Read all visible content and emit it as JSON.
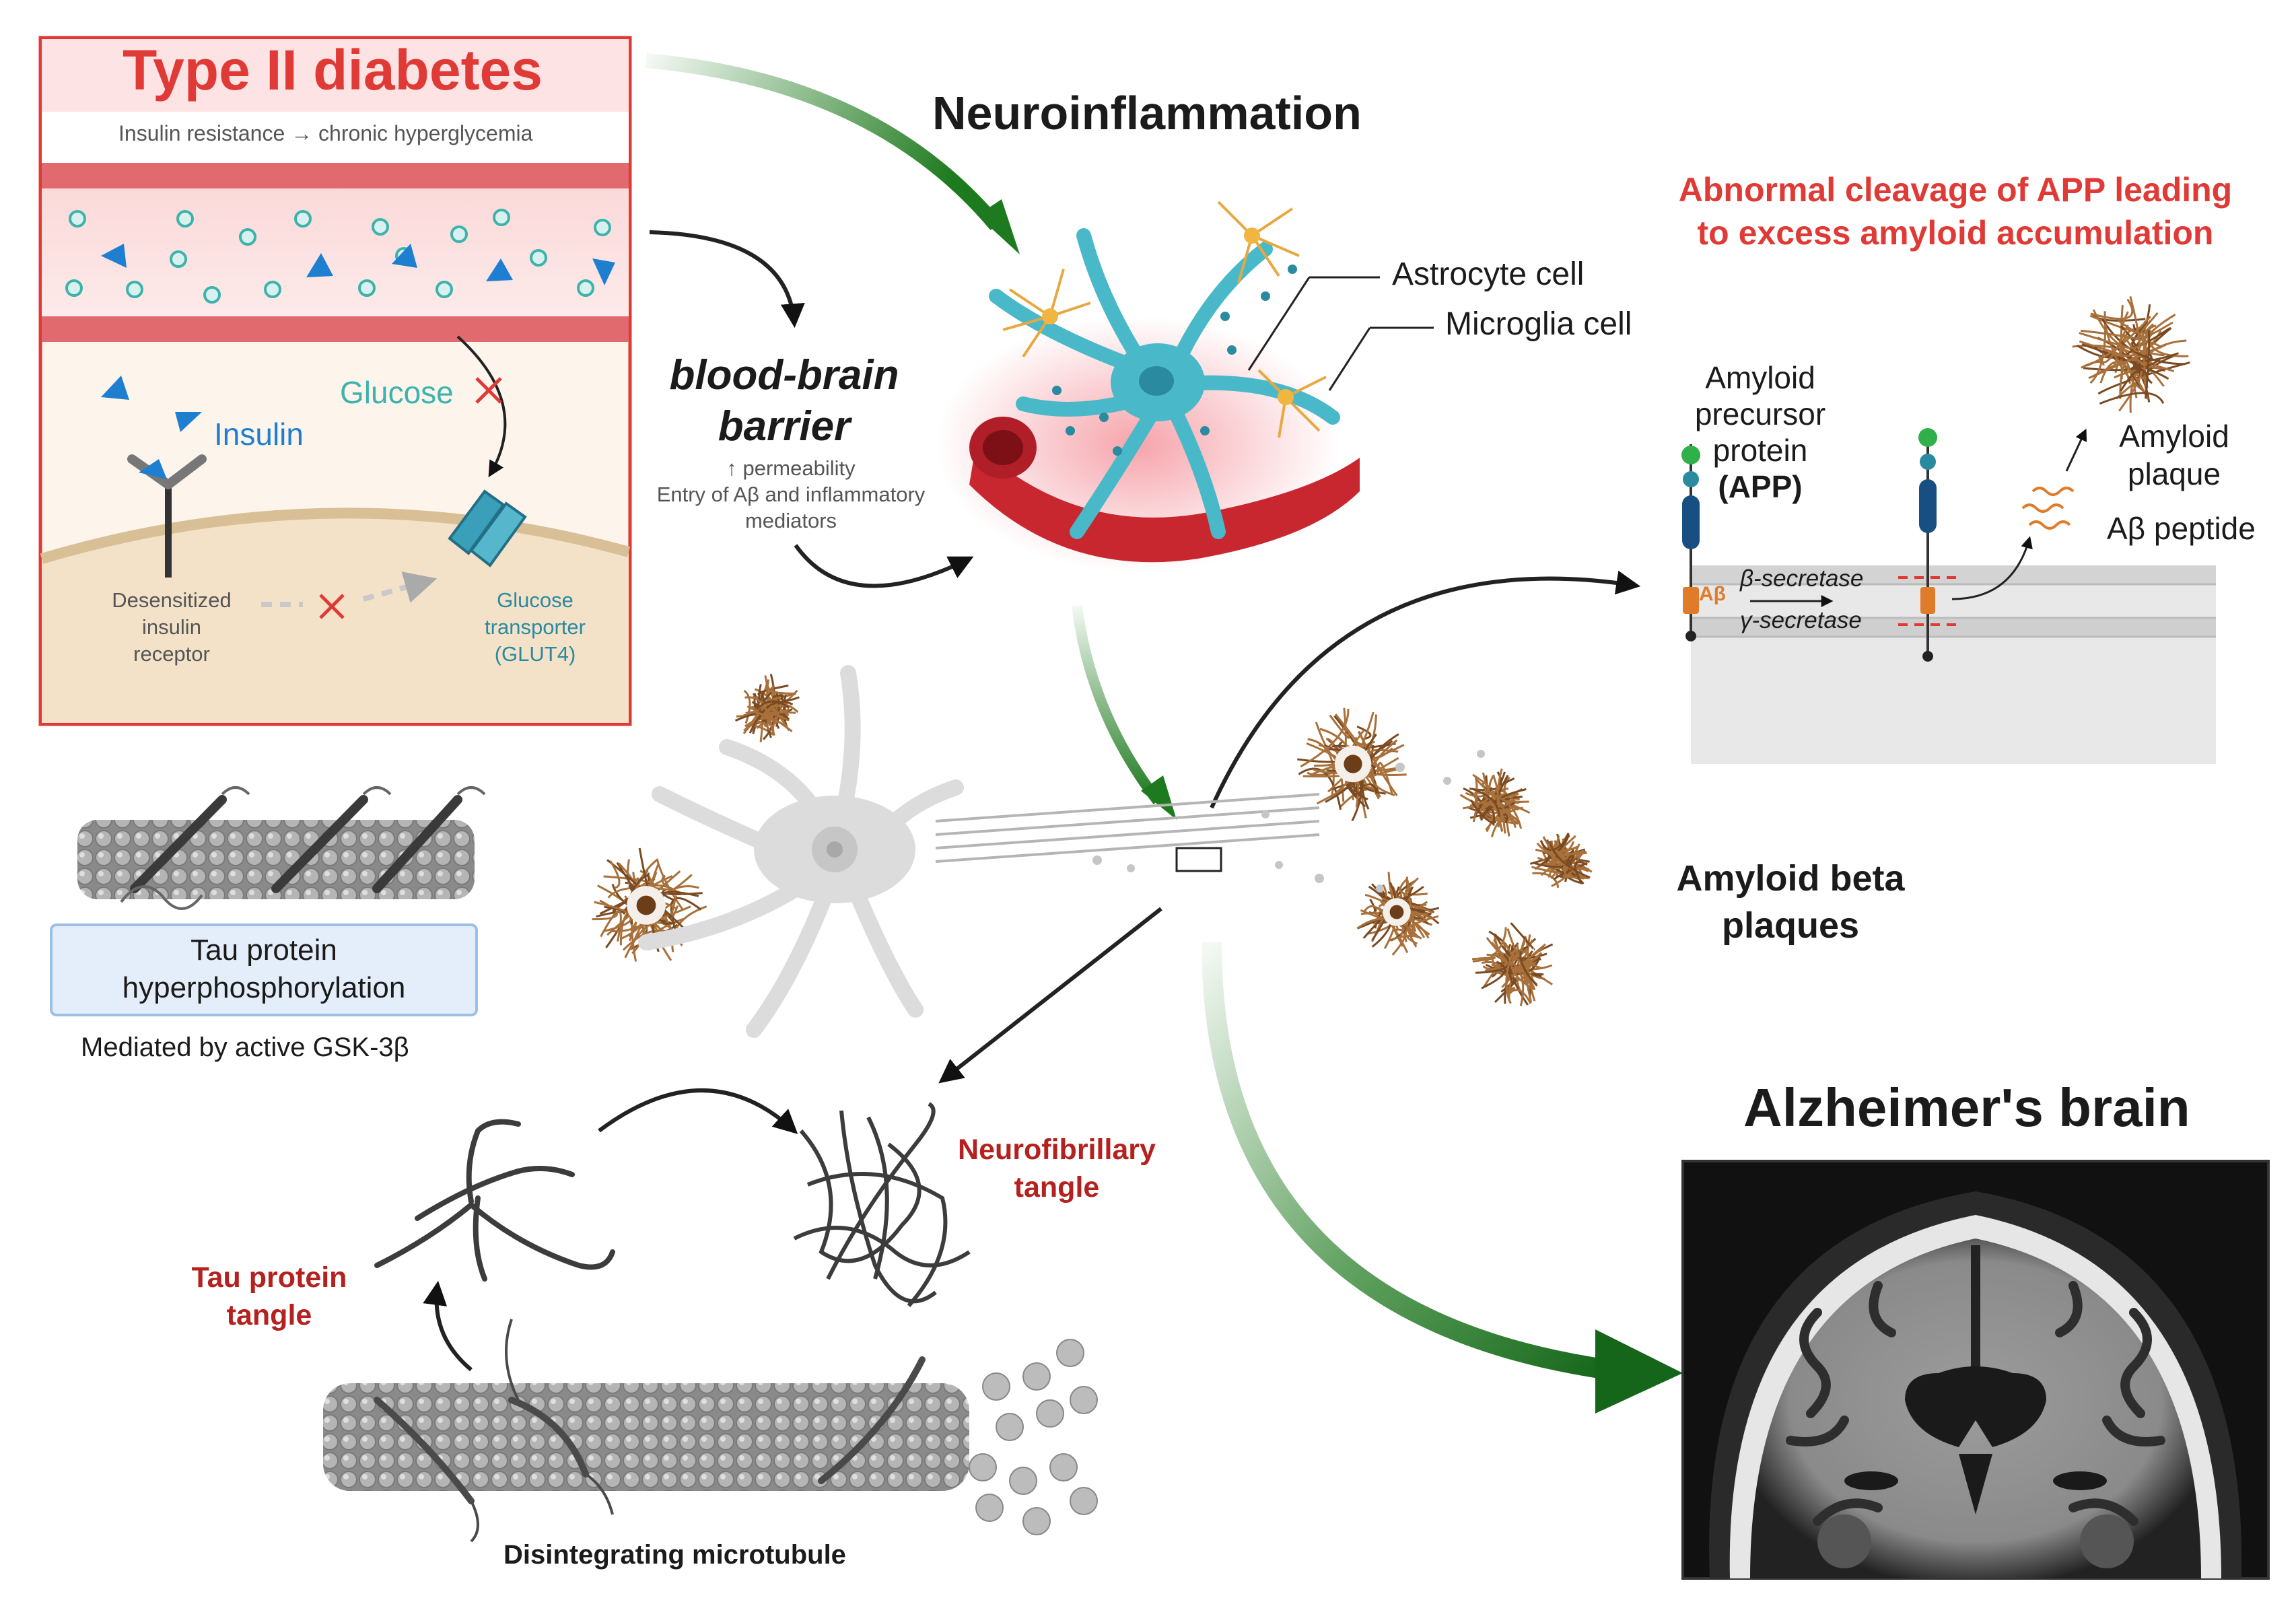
{
  "diabetes_panel": {
    "title": "Type II diabetes",
    "subtitle": "Insulin resistance → chronic hyperglycemia",
    "glucose_label": "Glucose",
    "insulin_label": "Insulin",
    "receptor_label_lines": [
      "Desensitized",
      "insulin",
      "receptor"
    ],
    "transporter_label_lines": [
      "Glucose",
      "transporter",
      "(GLUT4)"
    ]
  },
  "bbb": {
    "title_lines": [
      "blood-brain",
      "barrier"
    ],
    "detail_lines": [
      "↑ permeability",
      "Entry of Aβ and inflammatory",
      "mediators"
    ]
  },
  "neuroinflammation": {
    "title": "Neuroinflammation",
    "astrocyte_label": "Astrocyte cell",
    "microglia_label": "Microglia cell"
  },
  "app_panel": {
    "heading_lines": [
      "Abnormal cleavage of APP leading",
      "to excess amyloid accumulation"
    ],
    "app_label_lines": [
      "Amyloid",
      "precursor",
      "protein"
    ],
    "app_abbrev": "(APP)",
    "abeta_tag": "Aβ",
    "beta_secretase": "β-secretase",
    "gamma_secretase": "γ-secretase",
    "plaque_label_lines": [
      "Amyloid",
      "plaque"
    ],
    "peptide_label": "Aβ peptide"
  },
  "tau": {
    "box_label_lines": [
      "Tau protein",
      "hyperphosphorylation"
    ],
    "mediator": "Mediated by active GSK-3β",
    "tangle_label_lines": [
      "Tau protein",
      "tangle"
    ],
    "nft_label_lines": [
      "Neurofibrillary",
      "tangle"
    ],
    "microtubule_label": "Disintegrating microtubule"
  },
  "plaques": {
    "label_lines": [
      "Amyloid beta",
      "plaques"
    ]
  },
  "brain": {
    "title": "Alzheimer's brain"
  },
  "colors": {
    "accent_red": "#e03a36",
    "dark_red": "#b5211e",
    "arrow_green": "#1e7a1e",
    "glucose_teal": "#3cb3ab",
    "insulin_blue": "#1e7fd0",
    "astro_cyan": "#49b9c9",
    "plaque_brown": "#a8703a"
  }
}
